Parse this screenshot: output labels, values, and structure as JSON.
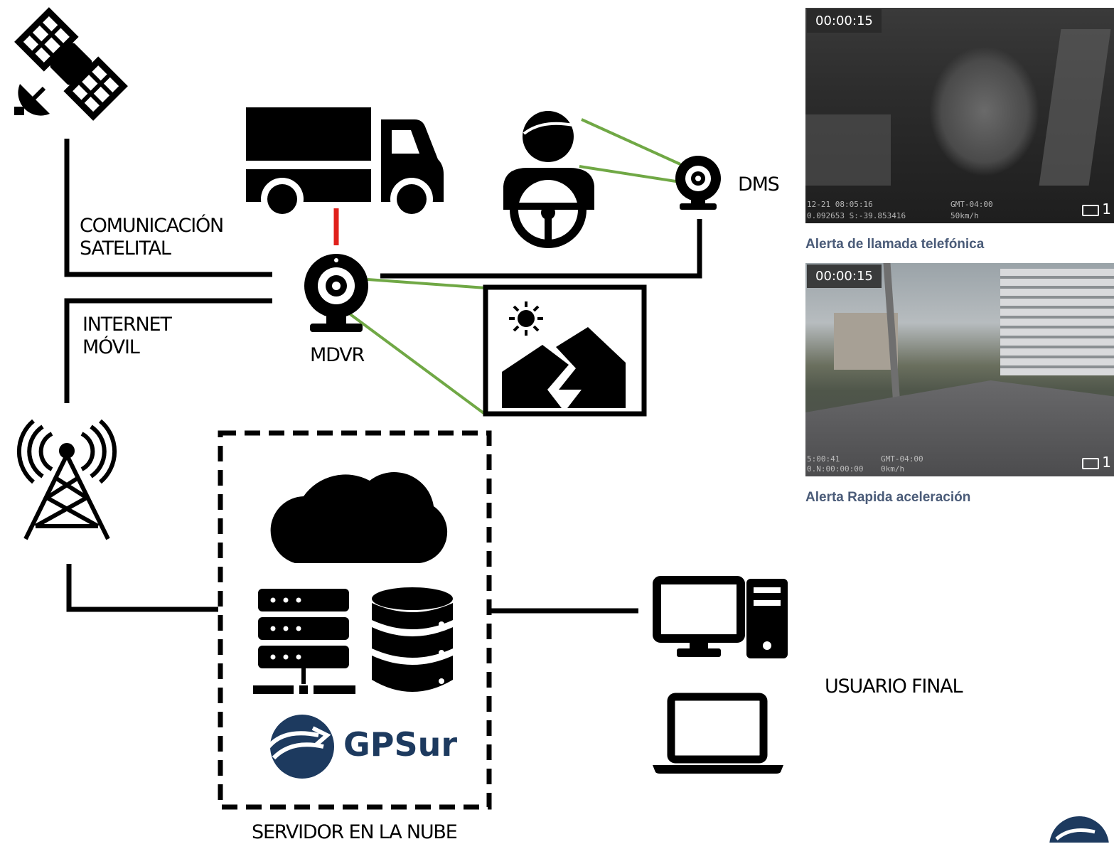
{
  "labels": {
    "satellite_comm": [
      "COMUNICACIÓN",
      "SATELITAL"
    ],
    "mobile_internet": [
      "INTERNET",
      "MÓVIL"
    ],
    "mdvr": "MDVR",
    "dms": "DMS",
    "cloud_server": "SERVIDOR EN LA NUBE",
    "end_user": "USUARIO FINAL"
  },
  "brand": {
    "name": "GPSur",
    "color": "#1d3a5f"
  },
  "videos": [
    {
      "timestamp": "00:00:15",
      "channel": "1",
      "caption": "Alerta de llamada telefónica",
      "overlay_left": "12-21 08:05:16",
      "overlay_left2": "0.092653  S:-39.853416",
      "overlay_mid": "GMT-04:00",
      "overlay_mid2": "50km/h"
    },
    {
      "timestamp": "00:00:15",
      "channel": "1",
      "caption": "Alerta Rapida aceleración",
      "overlay_left": "5:00:41",
      "overlay_left2": "0.N:00:00:00",
      "overlay_mid": "GMT-04:00",
      "overlay_mid2": "0km/h"
    }
  ],
  "colors": {
    "ink": "#000000",
    "wifi_link": "#70a845",
    "power_link": "#e0201b",
    "caption": "#4a5b78"
  },
  "icons": [
    "satellite-icon",
    "truck-icon",
    "driver-icon",
    "dms-camera-icon",
    "mdvr-camera-icon",
    "landscape-image-icon",
    "antenna-tower-icon",
    "cloud-icon",
    "server-rack-icon",
    "database-icon",
    "gpsur-logo-icon",
    "desktop-computer-icon",
    "laptop-icon"
  ]
}
